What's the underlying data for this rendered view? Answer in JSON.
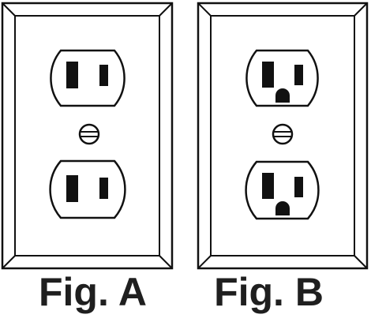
{
  "figures": [
    {
      "caption": "Fig. A",
      "outlet_type": "two-prong",
      "receptacle_count": 2,
      "has_ground_hole": false
    },
    {
      "caption": "Fig. B",
      "outlet_type": "three-prong grounded",
      "receptacle_count": 2,
      "has_ground_hole": true
    }
  ],
  "colors": {
    "line": "#111111",
    "fill": "#ffffff",
    "caption": "#1f1f1f"
  }
}
